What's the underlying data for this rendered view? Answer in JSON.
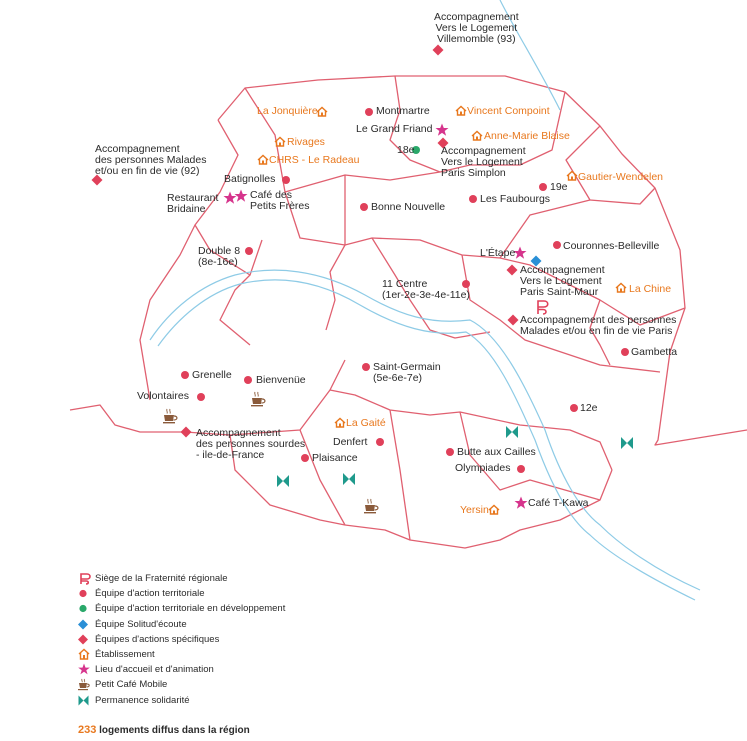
{
  "colors": {
    "accent_red": "#e0405a",
    "route_line": "#e06070",
    "river": "#8ecbe6",
    "green": "#2aa86a",
    "blue": "#2a8fd6",
    "orange": "#e8781e",
    "magenta": "#d6348c",
    "brown": "#8a5a3a",
    "teal": "#1f9a8c"
  },
  "map": {
    "places": [
      {
        "id": "avl-villemomble",
        "lines": [
          "Accompagnement",
          "Vers le Logement",
          "Villemomble (93)"
        ],
        "marker": "diamond",
        "category": "equipe-actions-specifiques"
      },
      {
        "id": "la-jonquiere",
        "lines": [
          "La Jonquière"
        ],
        "marker": "house",
        "category": "etablissement"
      },
      {
        "id": "montmartre",
        "lines": [
          "Montmartre"
        ],
        "marker": "dot",
        "category": "equipe-action-territoriale"
      },
      {
        "id": "vincent-compoint",
        "lines": [
          "Vincent Compoint"
        ],
        "marker": "house",
        "category": "etablissement"
      },
      {
        "id": "le-grand-friand",
        "lines": [
          "Le Grand Friand"
        ],
        "marker": "star",
        "category": "lieu-accueil"
      },
      {
        "id": "anne-marie-blaise",
        "lines": [
          "Anne-Marie Blaise"
        ],
        "marker": "house",
        "category": "etablissement"
      },
      {
        "id": "rivages",
        "lines": [
          "Rivages"
        ],
        "marker": "house",
        "category": "etablissement"
      },
      {
        "id": "18e",
        "lines": [
          "18e"
        ],
        "marker": "green-dot",
        "category": "equipe-developpement"
      },
      {
        "id": "avl-paris-simplon",
        "lines": [
          "Accompagnement",
          "Vers le Logement",
          "Paris Simplon"
        ],
        "marker": "diamond",
        "category": "equipe-actions-specifiques"
      },
      {
        "id": "amfv-92",
        "lines": [
          "Accompagnement",
          "des personnes Malades",
          "et/ou en fin de vie (92)"
        ],
        "marker": "diamond",
        "category": "equipe-actions-specifiques"
      },
      {
        "id": "chrs-le-radeau",
        "lines": [
          "CHRS - Le Radeau"
        ],
        "marker": "house",
        "category": "etablissement"
      },
      {
        "id": "gautier-wendelen",
        "lines": [
          "Gautier-Wendelen"
        ],
        "marker": "house",
        "category": "etablissement"
      },
      {
        "id": "batignolles",
        "lines": [
          "Batignolles"
        ],
        "marker": "dot",
        "category": "equipe-action-territoriale"
      },
      {
        "id": "19e",
        "lines": [
          "19e"
        ],
        "marker": "dot",
        "category": "equipe-action-territoriale"
      },
      {
        "id": "restaurant-bridaine",
        "lines": [
          "Restaurant",
          "Bridaine"
        ],
        "marker": "star",
        "category": "lieu-accueil"
      },
      {
        "id": "cafe-petits-freres",
        "lines": [
          "Café des",
          "Petits Frères"
        ],
        "marker": "star",
        "category": "lieu-accueil"
      },
      {
        "id": "bonne-nouvelle",
        "lines": [
          "Bonne Nouvelle"
        ],
        "marker": "dot",
        "category": "equipe-action-territoriale"
      },
      {
        "id": "les-faubourgs",
        "lines": [
          "Les Faubourgs"
        ],
        "marker": "dot",
        "category": "equipe-action-territoriale"
      },
      {
        "id": "couronnes-belleville",
        "lines": [
          "Couronnes-Belleville"
        ],
        "marker": "dot",
        "category": "equipe-action-territoriale"
      },
      {
        "id": "double-8",
        "lines": [
          "Double 8",
          "(8e-16e)"
        ],
        "marker": "dot",
        "category": "equipe-action-territoriale"
      },
      {
        "id": "l-etape",
        "lines": [
          "L'Étape"
        ],
        "marker": "star",
        "category": "lieu-accueil"
      },
      {
        "id": "solitud-ecoute",
        "lines": [],
        "marker": "blue-diamond",
        "category": "equipe-solitud-ecoute"
      },
      {
        "id": "avl-paris-saint-maur",
        "lines": [
          "Accompagnement",
          "Vers le Logement",
          "Paris Saint-Maur"
        ],
        "marker": "diamond",
        "category": "equipe-actions-specifiques"
      },
      {
        "id": "11-centre",
        "lines": [
          "11 Centre",
          "(1er-2e-3e-4e-11e)"
        ],
        "marker": "dot",
        "category": "equipe-action-territoriale"
      },
      {
        "id": "la-chine",
        "lines": [
          "La Chine"
        ],
        "marker": "house",
        "category": "etablissement"
      },
      {
        "id": "siege",
        "lines": [],
        "marker": "siege",
        "category": "siege"
      },
      {
        "id": "amfv-paris",
        "lines": [
          "Accompagnement des personnes",
          "Malades et/ou en fin de vie Paris"
        ],
        "marker": "diamond",
        "category": "equipe-actions-specifiques"
      },
      {
        "id": "gambetta",
        "lines": [
          "Gambetta"
        ],
        "marker": "dot",
        "category": "equipe-action-territoriale"
      },
      {
        "id": "grenelle",
        "lines": [
          "Grenelle"
        ],
        "marker": "dot",
        "category": "equipe-action-territoriale"
      },
      {
        "id": "bienvenue",
        "lines": [
          "Bienvenüe"
        ],
        "marker": "dot",
        "category": "equipe-action-territoriale"
      },
      {
        "id": "saint-germain",
        "lines": [
          "Saint-Germain",
          "(5e-6e-7e)"
        ],
        "marker": "dot",
        "category": "equipe-action-territoriale"
      },
      {
        "id": "volontaires",
        "lines": [
          "Volontaires"
        ],
        "marker": "dot",
        "category": "equipe-action-territoriale"
      },
      {
        "id": "12e",
        "lines": [
          "12e"
        ],
        "marker": "dot",
        "category": "equipe-action-territoriale"
      },
      {
        "id": "aps-idf",
        "lines": [
          "Accompagnement",
          "des personnes sourdes",
          "- ile-de-France"
        ],
        "marker": "diamond",
        "category": "equipe-actions-specifiques"
      },
      {
        "id": "la-gaite",
        "lines": [
          "La Gaité"
        ],
        "marker": "house",
        "category": "etablissement"
      },
      {
        "id": "denfert",
        "lines": [
          "Denfert"
        ],
        "marker": "dot",
        "category": "equipe-action-territoriale"
      },
      {
        "id": "butte-aux-cailles",
        "lines": [
          "Butte aux Cailles"
        ],
        "marker": "dot",
        "category": "equipe-action-territoriale"
      },
      {
        "id": "plaisance",
        "lines": [
          "Plaisance"
        ],
        "marker": "dot",
        "category": "equipe-action-territoriale"
      },
      {
        "id": "olympiades",
        "lines": [
          "Olympiades"
        ],
        "marker": "dot",
        "category": "equipe-action-territoriale"
      },
      {
        "id": "yersin",
        "lines": [
          "Yersin"
        ],
        "marker": "house",
        "category": "etablissement"
      },
      {
        "id": "cafe-t-kawa",
        "lines": [
          "Café T-Kawa"
        ],
        "marker": "star",
        "category": "lieu-accueil"
      },
      {
        "id": "cafe-mobile-1",
        "lines": [],
        "marker": "cup",
        "category": "petit-cafe-mobile"
      },
      {
        "id": "cafe-mobile-2",
        "lines": [],
        "marker": "cup",
        "category": "petit-cafe-mobile"
      },
      {
        "id": "cafe-mobile-3",
        "lines": [],
        "marker": "cup",
        "category": "petit-cafe-mobile"
      },
      {
        "id": "permanence-1",
        "lines": [],
        "marker": "bowtie",
        "category": "permanence-solidarite"
      },
      {
        "id": "permanence-2",
        "lines": [],
        "marker": "bowtie",
        "category": "permanence-solidarite"
      },
      {
        "id": "permanence-3",
        "lines": [],
        "marker": "bowtie",
        "category": "permanence-solidarite"
      },
      {
        "id": "permanence-4",
        "lines": [],
        "marker": "bowtie",
        "category": "permanence-solidarite"
      }
    ]
  },
  "legend": [
    {
      "icon": "siege-icon",
      "label": "Siège de la Fraternité régionale"
    },
    {
      "icon": "red-dot-icon",
      "label": "Équipe d'action territoriale"
    },
    {
      "icon": "green-dot-icon",
      "label": "Équipe d'action territoriale en développement"
    },
    {
      "icon": "blue-diamond-icon",
      "label": "Équipe Solitud'écoute"
    },
    {
      "icon": "red-diamond-icon",
      "label": "Équipes d'actions spécifiques"
    },
    {
      "icon": "house-icon",
      "label": "Établissement"
    },
    {
      "icon": "star-icon",
      "label": "Lieu d'accueil et d'animation"
    },
    {
      "icon": "cup-icon",
      "label": "Petit Café Mobile"
    },
    {
      "icon": "bowtie-icon",
      "label": "Permanence solidarité"
    }
  ],
  "summary": {
    "count": "233",
    "label": " logements diffus dans la région"
  }
}
